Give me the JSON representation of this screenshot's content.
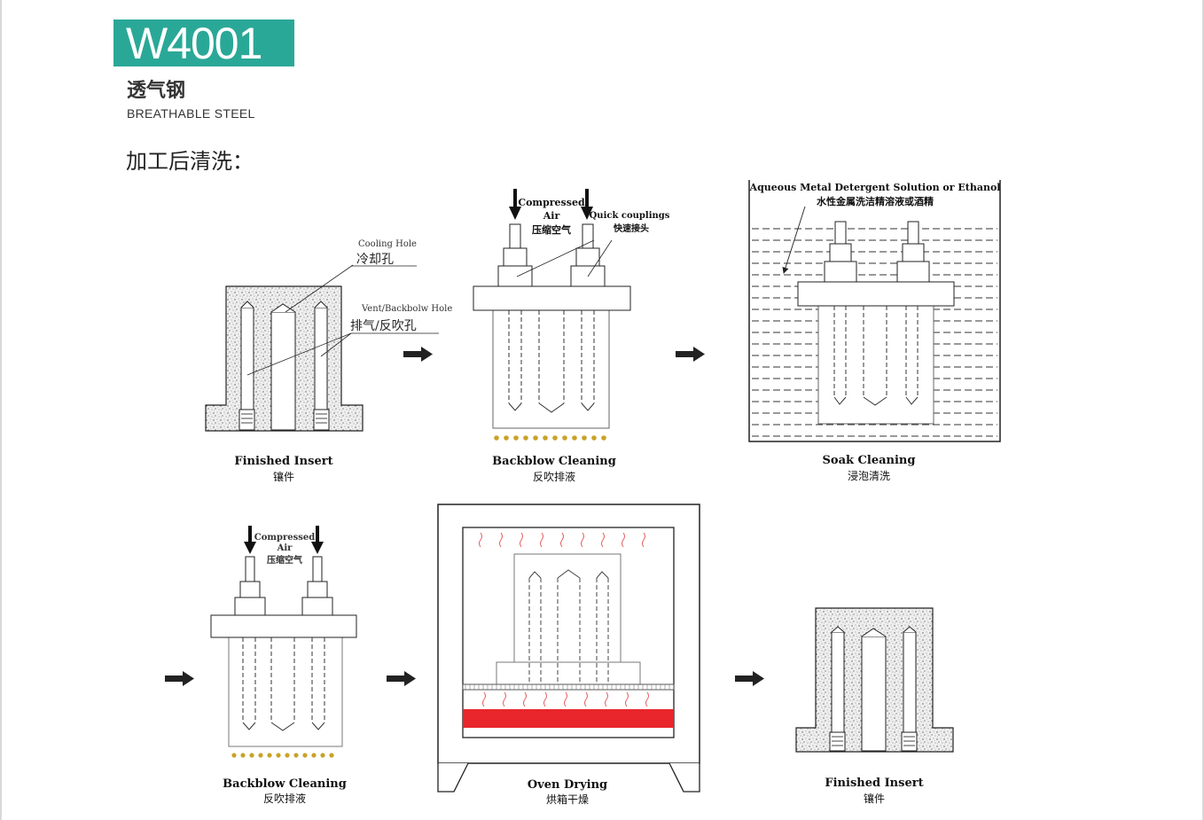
{
  "header": {
    "code": "W4001",
    "title_cn": "透气钢",
    "title_en": "BREATHABLE STEEL",
    "section": "加工后清洗："
  },
  "steps": {
    "finished_insert": {
      "en": "Finished Insert",
      "cn": "镶件"
    },
    "backblow_cleaning": {
      "en": "Backblow Cleaning",
      "cn": "反吹排液"
    },
    "soak_cleaning": {
      "en": "Soak Cleaning",
      "cn": "浸泡清洗"
    },
    "backblow_cleaning_2": {
      "en": "Backblow Cleaning",
      "cn": "反吹排液"
    },
    "oven_drying": {
      "en": "Oven Drying",
      "cn": "烘箱干燥"
    },
    "finished_insert_2": {
      "en": "Finished Insert",
      "cn": "镶件"
    }
  },
  "labels": {
    "cooling_hole_en": "Cooling Hole",
    "cooling_hole_cn": "冷却孔",
    "vent_hole_en": "Vent/Backbolw Hole",
    "vent_hole_cn": "排气/反吹孔",
    "compressed_1": "Compressed",
    "compressed_2": "Air",
    "compressed_cn": "压缩空气",
    "quick_en": "Quick couplings",
    "quick_cn": "快速接头",
    "solution_en": "Aqueous Metal Detergent Solution or Ethanol",
    "solution_cn": "水性金属洗洁精溶液或酒精"
  },
  "colors": {
    "accent": "#2aa897",
    "heater": "#e8262b",
    "drops": "#c9a227",
    "heat_wave": "#e65a5a"
  }
}
